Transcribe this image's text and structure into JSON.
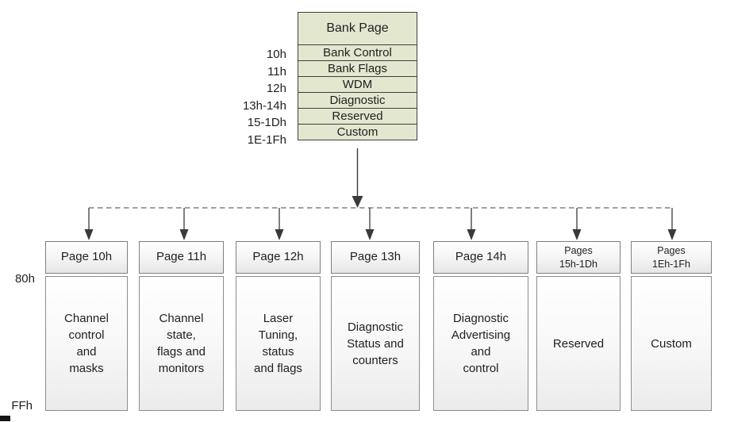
{
  "bank_table": {
    "title": "Bank Page",
    "rows": [
      {
        "offset": "10h",
        "label": "Bank Control"
      },
      {
        "offset": "11h",
        "label": "Bank Flags"
      },
      {
        "offset": "12h",
        "label": "WDM"
      },
      {
        "offset": "13h-14h",
        "label": "Diagnostic"
      },
      {
        "offset": "15-1Dh",
        "label": "Reserved"
      },
      {
        "offset": "1E-1Fh",
        "label": "Custom"
      }
    ]
  },
  "address_labels": {
    "start": "80h",
    "end": "FFh"
  },
  "pages": [
    {
      "title": "Page 10h",
      "body": "Channel\ncontrol\nand\nmasks"
    },
    {
      "title": "Page 11h",
      "body": "Channel\nstate,\nflags and\nmonitors"
    },
    {
      "title": "Page 12h",
      "body": "Laser\nTuning,\nstatus\nand flags"
    },
    {
      "title": "Page 13h",
      "body": "Diagnostic\nStatus and\ncounters"
    },
    {
      "title": "Page 14h",
      "body": "Diagnostic\nAdvertising\nand\ncontrol"
    },
    {
      "title": "Pages\n15h-1Dh",
      "body": "Reserved"
    },
    {
      "title": "Pages\n1Eh-1Fh",
      "body": "Custom"
    }
  ],
  "colors": {
    "table_fill": "#e3e7cf",
    "table_border": "#3f3f3f",
    "box_border": "#7f7f7f",
    "dashed_line": "#a0a0a0",
    "arrow": "#3a3a3a"
  }
}
